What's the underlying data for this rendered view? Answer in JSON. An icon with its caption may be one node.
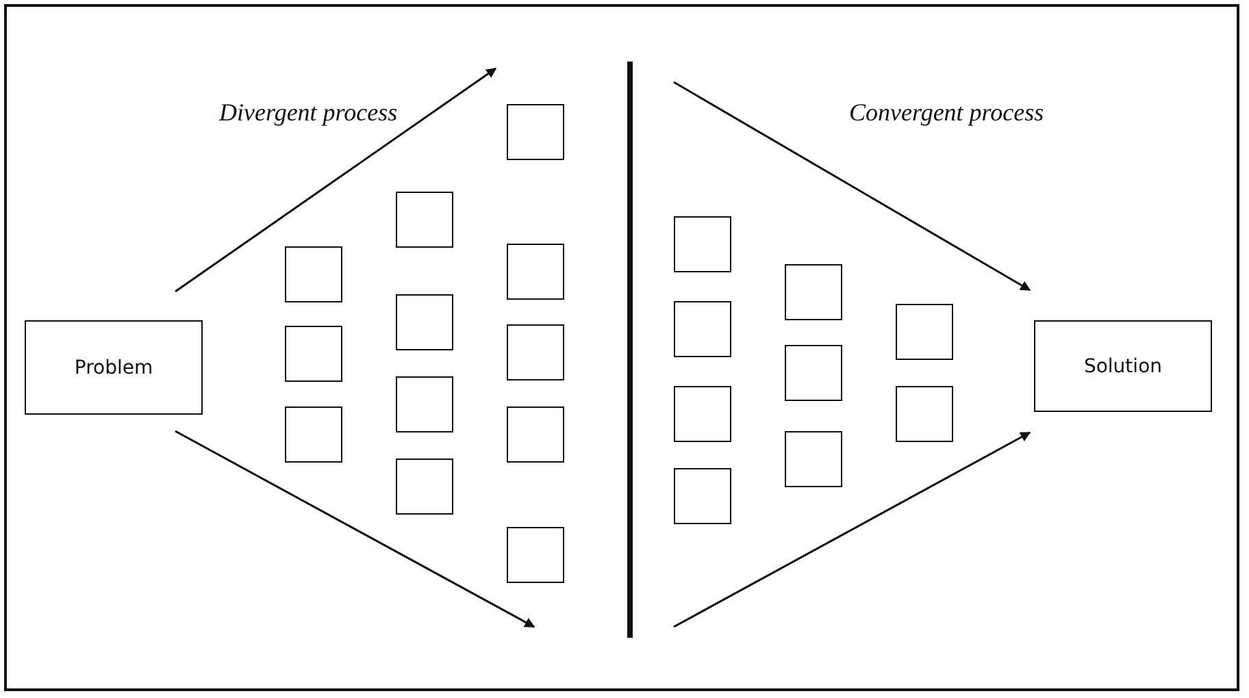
{
  "diagram": {
    "nodes": [
      {
        "text": [
          "Problem"
        ]
      },
      {
        "text": [],
        "shape": "box"
      },
      {
        "text": [],
        "shape": "box"
      },
      {
        "text": [],
        "shape": "box"
      },
      {
        "text": [],
        "shape": "box"
      },
      {
        "text": [],
        "shape": "box"
      },
      {
        "text": [],
        "shape": "box"
      },
      {
        "text": [],
        "shape": "box"
      },
      {
        "text": [],
        "shape": "box"
      },
      {
        "text": [],
        "shape": "box"
      },
      {
        "text": [],
        "shape": "box"
      },
      {
        "text": [],
        "shape": "box"
      },
      {
        "text": [],
        "shape": "box"
      },
      {
        "text": [],
        "shape": "box"
      },
      {
        "text": [],
        "shape": "box"
      },
      {
        "text": [],
        "shape": "box"
      },
      {
        "text": [],
        "shape": "box"
      },
      {
        "text": [],
        "shape": "box"
      },
      {
        "text": [],
        "shape": "box"
      },
      {
        "text": [],
        "shape": "box"
      },
      {
        "text": [],
        "shape": "box"
      },
      {
        "text": [],
        "shape": "box"
      },
      {
        "text": [
          "Solution"
        ]
      }
    ],
    "edges": [
      {
        "from": 0,
        "to": null,
        "arrow": "to"
      },
      {
        "from": 0,
        "to": null,
        "arrow": "to"
      },
      {
        "from": null,
        "to": 22,
        "arrow": "to"
      },
      {
        "from": null,
        "to": 22,
        "arrow": "to"
      }
    ],
    "labels": [
      "Divergent process",
      "Convergent process"
    ]
  }
}
